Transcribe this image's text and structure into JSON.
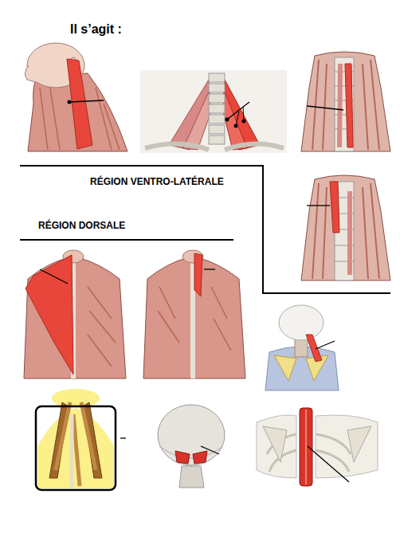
{
  "diagram": {
    "title": "Il s’agit :",
    "labels": [
      "RÉGION VENTRO-LATÉRALE",
      "RÉGION DORSALE"
    ]
  }
}
